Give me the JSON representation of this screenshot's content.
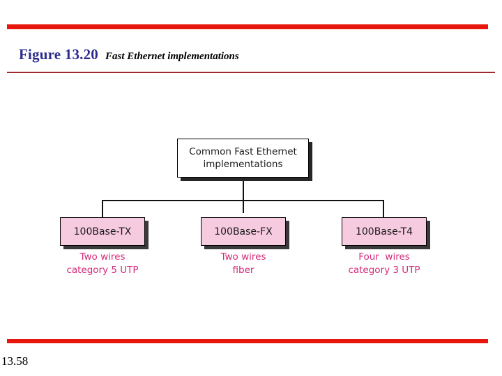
{
  "slide": {
    "figure_number": "Figure 13.20",
    "figure_caption": "Fast Ethernet implementations",
    "slide_number": "13.58",
    "colors": {
      "rule_red": "#e8170d",
      "rule_thin": "#9e2b2b",
      "figure_number_color": "#2b2b8f",
      "leaf_fill": "#f6cadf",
      "caption_text": "#d4297a",
      "node_border": "#000000",
      "shadow": "#3a3a3a"
    }
  },
  "diagram": {
    "type": "tree",
    "root": {
      "line1": "Common Fast Ethernet",
      "line2": "implementations"
    },
    "children": [
      {
        "label": "100Base-TX",
        "caption_line1": "Two wires",
        "caption_line2": "category 5 UTP"
      },
      {
        "label": "100Base-FX",
        "caption_line1": "Two wires",
        "caption_line2": "fiber"
      },
      {
        "label": "100Base-T4",
        "caption_line1": "Four  wires",
        "caption_line2": "category 3 UTP"
      }
    ]
  }
}
